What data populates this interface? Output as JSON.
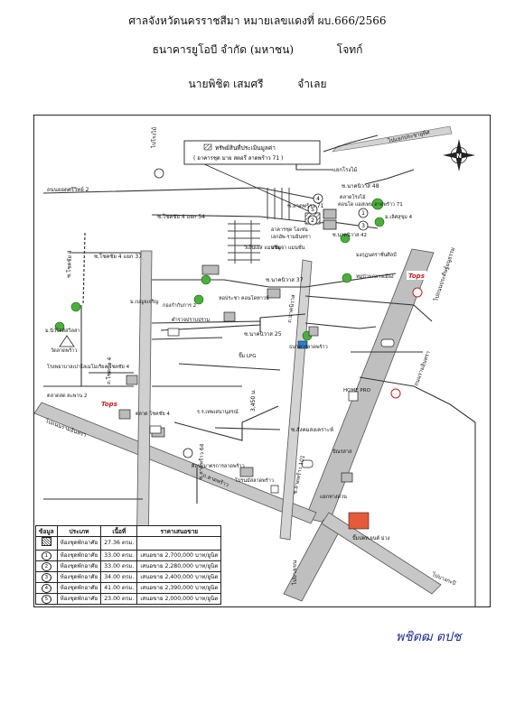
{
  "header": {
    "court_line": "ศาลจังหวัดนครราชสีมา หมายเลขแดงที่ ผบ.666/2566",
    "plaintiff": "ธนาคารยูโอบี จำกัด (มหาชน)",
    "plaintiff_role": "โจทก์",
    "defendant": "นายพิชิต เสมศรี",
    "defendant_role": "จำเลย"
  },
  "map": {
    "box_title": "ทรัพย์สินที่ประเมินมูลค่า",
    "box_subtitle": "( อาคารชุด มาย สตอรี่ ลาดพร้าว 71 )",
    "north": "N",
    "roads": [
      "ไปแยกประชาอุทิศ",
      "ไปถนนประดิษฐ์มนูธรรม",
      "ถนนรามอินทรา",
      "ถ.โชคชัย 4",
      "ไปถนนรามอินทรา",
      "ถ.ลาดพร้าว",
      "ถ.นาคนิวาส",
      "ซ.นาคนิวาส 48",
      "ซ.นาคนิวาส 37",
      "ซ.นาคนิวาส 25",
      "ซ.สังคมสงเคราะห์",
      "ซ.โชคชัย 4 แยก 54",
      "ซ.โชคชัย 4 แยก 37",
      "ไปโรงไม้",
      "แยกโรงไม้",
      "ถนนยอดศรีวิทย์ 2",
      "ซ.ลาดพร้าว 71",
      "ซ.ลาดพร้าว 64",
      "ซ.โชคชัย 4",
      "ซ.ลาดพร้าว 101",
      "ไปบางกะปิ",
      "ไปบางเขน"
    ],
    "places": [
      "ตลาดโรงไม้",
      "คอนโด แอสเพน ลาดพร้าว 71",
      "อาคารชุด โอเซ่น",
      "เลกอัพ-รามอินทรา",
      "ม.เลิศสุขุม 4",
      "ซ.นาคนิวาส 42",
      "วิเอ็นเอส แมนชั่น",
      "จริญจา แมนชั่น",
      "มงกุฎนคราชั่นศิลป์",
      "หมู่บ้านกลางเมือง",
      "ม.เบญจเจริญ",
      "กองกำกับการ 2",
      "ตำรวจปราบปราม",
      "หอประชา คอนโดทาวน์",
      "ม.นิวโลตัสวิลล่า",
      "วัดลาดพร้าว",
      "โรงพยาบาลเปาโลเมโมเรียล โชคชัย 4",
      "ตลาดสด ตะพาน 2",
      "ตลาด โชคชัย 4",
      "ปั๊ม LPG",
      "ธนาคารลาดพร้าว",
      "HOME PRO",
      "ร.ร.เทพเสนานุสรณ์",
      "ปัณรสาส",
      "ศิลปะมาตรการลาดพร้าว",
      "โปรนมัสลาดพร้าว",
      "แยกทางด่วน",
      "ปั๊มปตท.ยนต์ ม่วง"
    ],
    "distance": "3,450 ม.",
    "logo_tops": "Tops"
  },
  "legend": {
    "headers": [
      "ข้อมูล",
      "ประเภท",
      "เนื้อที่",
      "ราคาเสนอขาย"
    ],
    "rows": [
      {
        "id": "",
        "type": "ห้องชุดพักอาศัย",
        "area": "27.36 ตรม.",
        "price": ""
      },
      {
        "id": "1",
        "type": "ห้องชุดพักอาศัย",
        "area": "33.00 ตรม.",
        "price": "เสนอขาย 2,700,000 บาท/ยูนิต"
      },
      {
        "id": "2",
        "type": "ห้องชุดพักอาศัย",
        "area": "33.00 ตรม.",
        "price": "เสนอขาย 2,280,000 บาท/ยูนิต"
      },
      {
        "id": "3",
        "type": "ห้องชุดพักอาศัย",
        "area": "34.00 ตรม.",
        "price": "เสนอขาย 2,400,000 บาท/ยูนิต"
      },
      {
        "id": "4",
        "type": "ห้องชุดพักอาศัย",
        "area": "41.00 ตรม.",
        "price": "เสนอขาย 2,390,000 บาท/ยูนิต"
      },
      {
        "id": "5",
        "type": "ห้องชุดพักอาศัย",
        "area": "23.00 ตรม.",
        "price": "เสนอขาย 2,000,000 บาท/ยูนิต"
      }
    ]
  },
  "signature": "พชิตฒ ตปช"
}
